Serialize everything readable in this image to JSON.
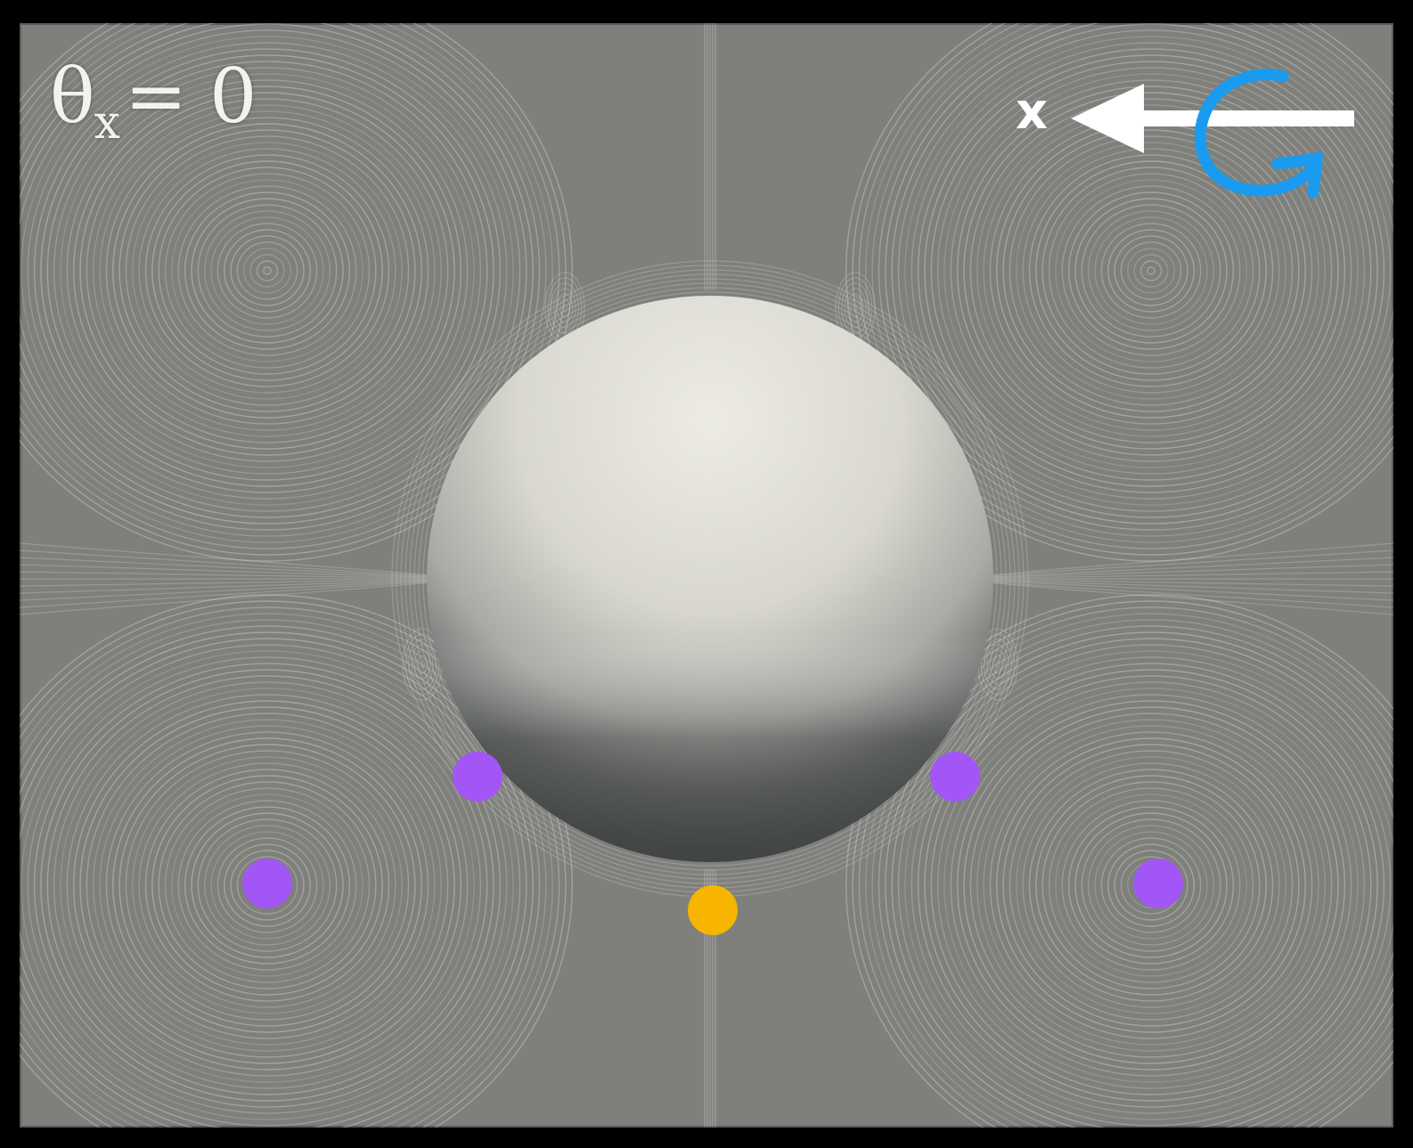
{
  "angle_label": {
    "symbol": "θ",
    "subscript": "x",
    "equals_value": "= 0"
  },
  "axis": {
    "label": "x",
    "arrow_icon": "left-arrow-icon",
    "rotation_icon": "clockwise-rotation-icon",
    "arrow_color": "#ffffff",
    "rotation_color": "#1a9bf0"
  },
  "markers": {
    "purple_color": "#a256f5",
    "orange_color": "#f7b500",
    "purple_count": 4,
    "orange_count": 1
  },
  "colors": {
    "background": "#7f807c",
    "streamline": "#d9dad5",
    "sphere_light": "#ecebe3",
    "sphere_dark": "#5c5f5f"
  }
}
